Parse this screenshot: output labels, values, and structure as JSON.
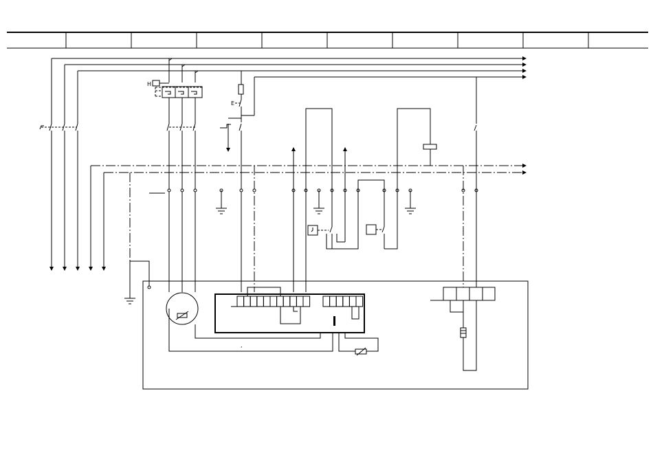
{
  "drawing": {
    "type": "electrical wiring schematic",
    "title_block_columns": 10,
    "title_block_labels": [
      "",
      "",
      "",
      "",
      "",
      "",
      "",
      "",
      "",
      ""
    ],
    "line_color": "#000000",
    "background": "#ffffff"
  },
  "symbols": {
    "pushbutton_label": "E",
    "overload_label": "H"
  }
}
